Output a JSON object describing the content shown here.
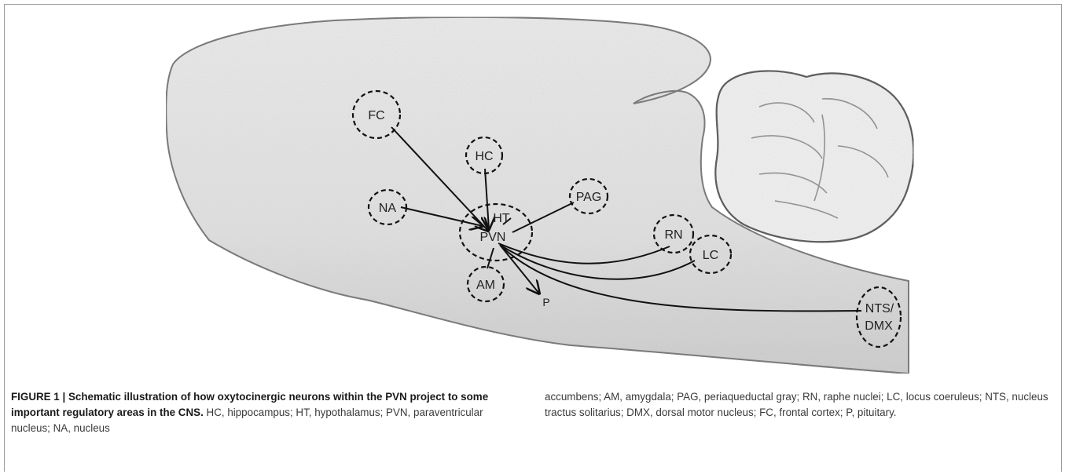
{
  "figure": {
    "nodes": {
      "FC": "FC",
      "HC": "HC",
      "NA": "NA",
      "HT": "HT",
      "PVN": "PVN",
      "PAG": "PAG",
      "RN": "RN",
      "LC": "LC",
      "AM": "AM",
      "P": "P",
      "NTS": "NTS/",
      "DMX": "DMX"
    }
  },
  "caption": {
    "title": "FIGURE 1 | Schematic illustration of how oxytocinergic neurons within the PVN project to some important regulatory areas in the CNS.",
    "body_left": " HC, hippocampus; HT, hypothalamus; PVN, paraventricular nucleus; NA, nucleus",
    "body_right": "accumbens; AM, amygdala; PAG, periaqueductal gray; RN, raphe nuclei; LC, locus coeruleus; NTS, nucleus tractus solitarius; DMX, dorsal motor nucleus; FC, frontal cortex; P, pituitary."
  }
}
